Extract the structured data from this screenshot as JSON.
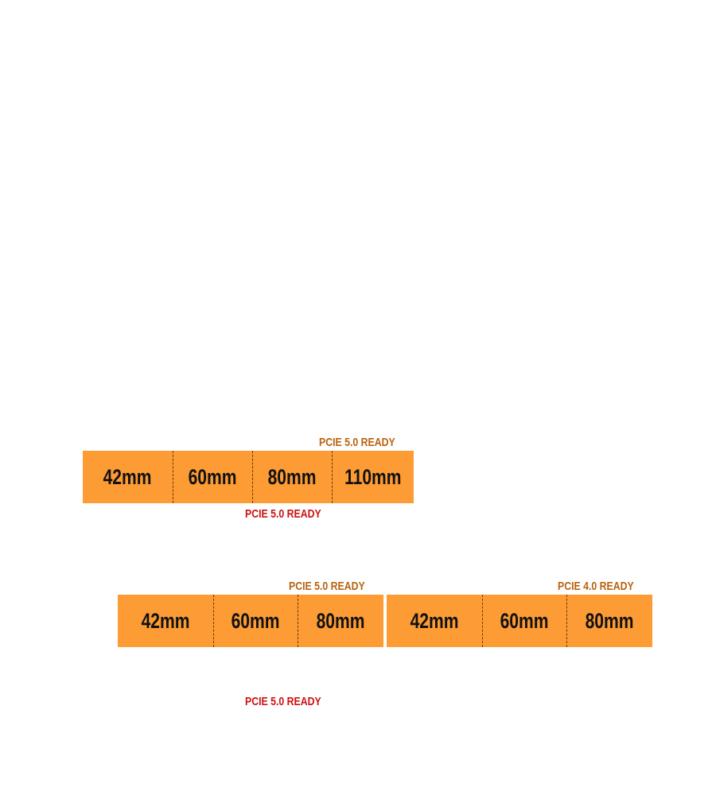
{
  "colors": {
    "bar_fill": "#fd9b34",
    "label_orange": "#b8620e",
    "label_red": "#cc1010",
    "text": "#111111"
  },
  "groups": [
    {
      "top_label": "PCIE 5.0 READY",
      "segments": [
        "42mm",
        "60mm",
        "80mm",
        "110mm"
      ],
      "bottom_label": "PCIE 5.0 READY"
    },
    {
      "top_label": "PCIE 5.0 READY",
      "segments": [
        "42mm",
        "60mm",
        "80mm"
      ]
    },
    {
      "top_label": "PCIE 4.0 READY",
      "segments": [
        "42mm",
        "60mm",
        "80mm"
      ]
    }
  ],
  "footer_label": "PCIE 5.0 READY"
}
